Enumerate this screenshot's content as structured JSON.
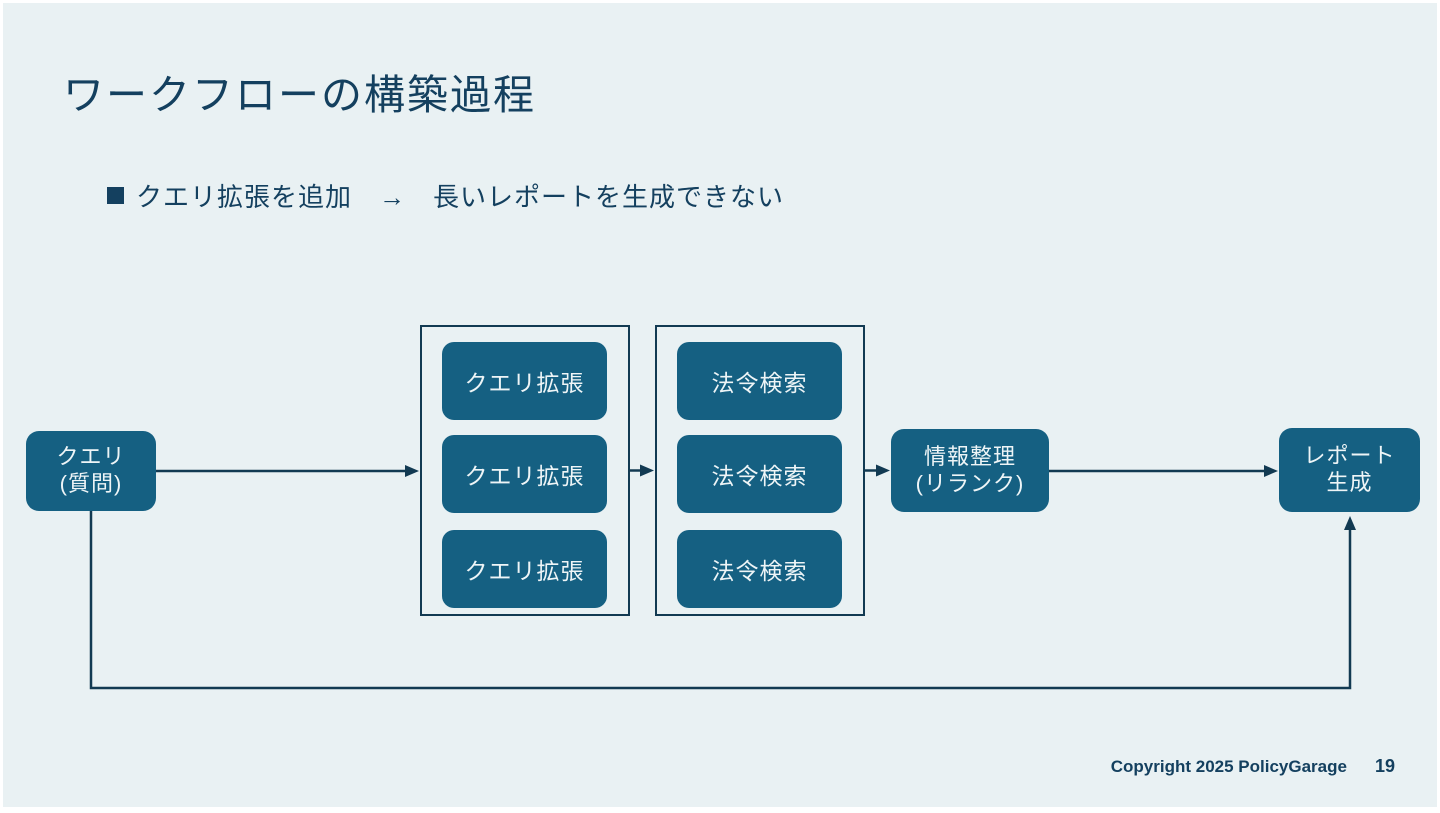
{
  "slide": {
    "title": "ワークフローの構築過程",
    "bullet": {
      "text": "クエリ拡張を追加　→　長いレポートを生成できない"
    },
    "footer": {
      "copyright": "Copyright 2025 PolicyGarage",
      "page_number": "19"
    }
  },
  "diagram": {
    "nodes": {
      "query": {
        "line1": "クエリ",
        "line2": "(質問)"
      },
      "rerank": {
        "line1": "情報整理",
        "line2": "(リランク)"
      },
      "report": {
        "line1": "レポート",
        "line2": "生成"
      }
    },
    "query_expansion_group": {
      "items": [
        {
          "label": "クエリ拡張"
        },
        {
          "label": "クエリ拡張"
        },
        {
          "label": "クエリ拡張"
        }
      ]
    },
    "law_search_group": {
      "items": [
        {
          "label": "法令検索"
        },
        {
          "label": "法令検索"
        },
        {
          "label": "法令検索"
        }
      ]
    }
  },
  "colors": {
    "background": "#e9f1f3",
    "node_fill": "#156082",
    "node_text": "#eef5f7",
    "line": "#123a52",
    "text": "#14405f"
  }
}
